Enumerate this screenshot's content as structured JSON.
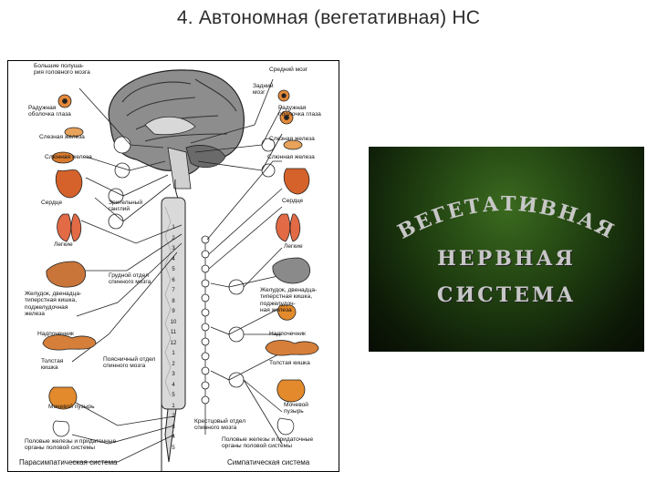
{
  "slide": {
    "title": "4. Автономная (вегетативная) НС"
  },
  "diagram": {
    "left_labels": {
      "cortex": "Большие полуша-\nрия головного мозга",
      "iris": "Радужная\nоболочка глаза",
      "lacrimal": "Слезная железа",
      "salivary": "Слюнная железа",
      "heart": "Сердце",
      "lungs": "Легкие",
      "stomach": "Желудок, двенадца-\nтиперстная кишка,\nподжелудочная\nжелеза",
      "liver": "Надпочечник",
      "colon": "Толстая\nкишка",
      "bladder": "Мочевой пузырь",
      "genitals": "Половые железы и придаточные\nорганы половой системы"
    },
    "right_labels": {
      "midbrain": "Средний мозг",
      "hindbrain": "Задний\nмозг",
      "iris": "Радужная\nоболочка глаза",
      "lacrimal": "Слезная железа",
      "salivary": "Слюнная железа",
      "heart": "Сердце",
      "lungs": "Легкие",
      "stomach": "Желудок, двенадца-\nтиперстная кишка,\nподжелудоч-\nная железа",
      "adrenal": "Надпочечник",
      "colon": "Толстая кишка",
      "bladder": "Мочевой\nпузырь",
      "genitals": "Половые железы и придаточные\nорганы половой системы"
    },
    "center_labels": {
      "ciliary": "Зрительный\nганглий",
      "thoracic": "Грудной отдел\nспинного мозга",
      "lumbar": "Поясничный отдел\nспинного мозга",
      "sacral": "Крестцовый отдел\nспинного мозга"
    },
    "segments": [
      "1",
      "2",
      "3",
      "4",
      "5",
      "6",
      "7",
      "8",
      "9",
      "10",
      "11",
      "12",
      "1",
      "2",
      "3",
      "4",
      "5",
      "1",
      "2",
      "3",
      "4",
      "5"
    ],
    "caption_left": "Парасимпатическая система",
    "caption_right": "Симпатическая система"
  },
  "photo": {
    "line1": "ВЕГЕТАТИВНАЯ",
    "line2": "НЕРВНАЯ",
    "line3": "СИСТЕМА"
  }
}
